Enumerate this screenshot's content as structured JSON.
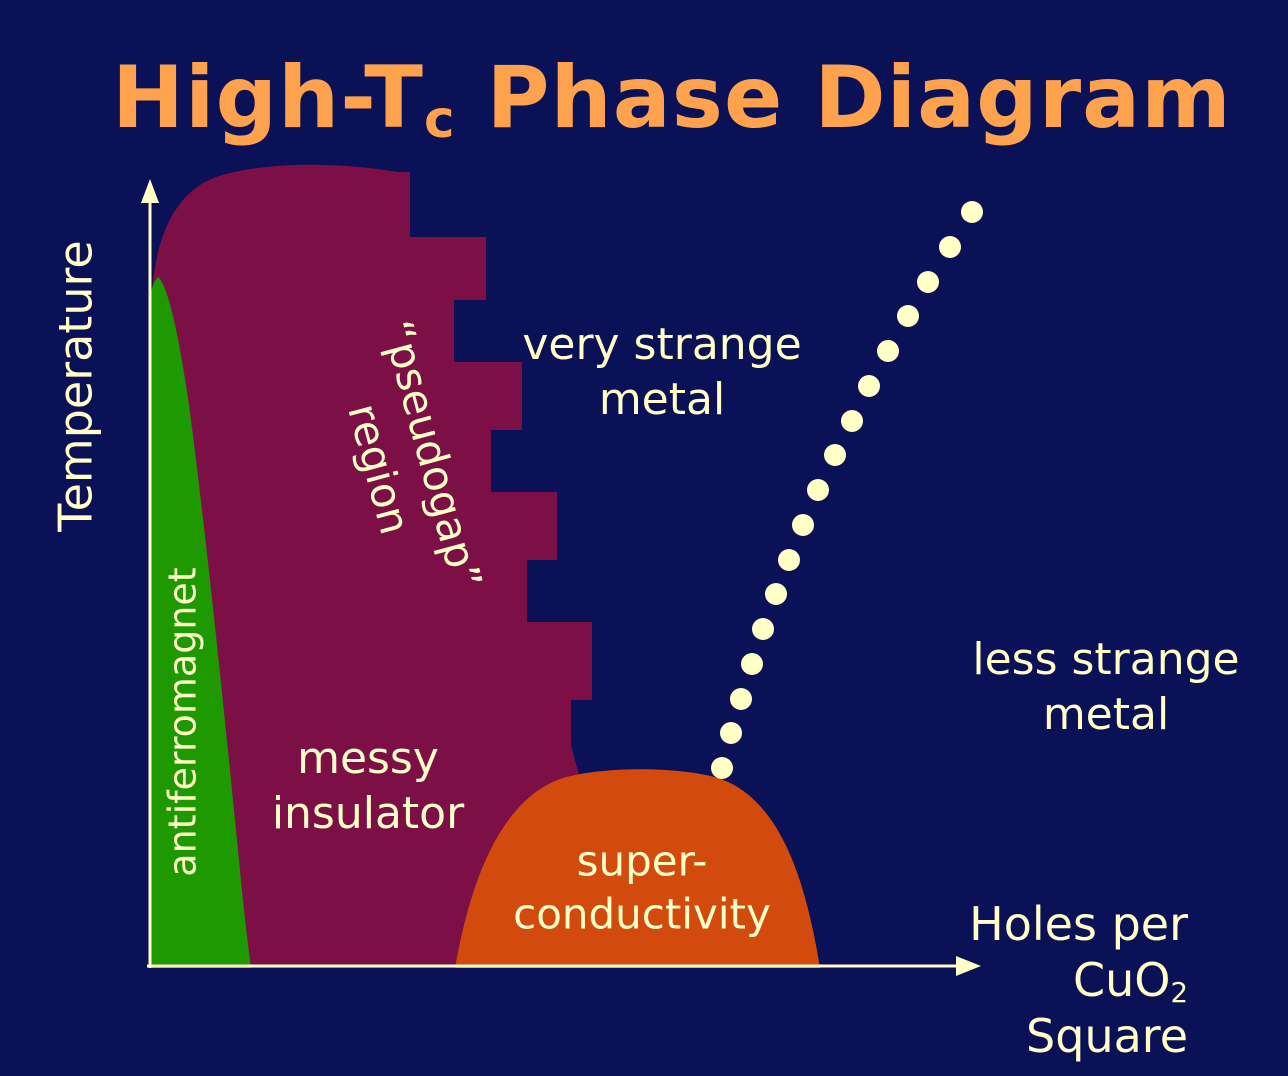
{
  "title": {
    "prefix": "High-T",
    "subscript": "c",
    "suffix": " Phase Diagram"
  },
  "y_axis_label": "Temperature",
  "x_axis_label": {
    "line1": "Holes per",
    "line2_prefix": "CuO",
    "line2_subscript": "2",
    "line3": "Square"
  },
  "regions": {
    "antiferromagnet": {
      "label": "antiferromagnet",
      "color": "#1e9902"
    },
    "pseudogap": {
      "label_line1": "“pseudogap”",
      "label_line2": "region",
      "color": "#7c1046"
    },
    "superconductivity": {
      "label_line1": "super-",
      "label_line2": "conductivity",
      "color": "#d24a0e"
    },
    "very_strange_metal": {
      "label_line1": "very strange",
      "label_line2": "metal"
    },
    "less_strange_metal": {
      "label_line1": "less strange",
      "label_line2": "metal"
    },
    "messy_insulator": {
      "label_line1": "messy",
      "label_line2": "insulator"
    }
  },
  "colors": {
    "background": "#0a1156",
    "title_text": "#ffa24d",
    "label_text": "#ffffc6",
    "axis": "#ffffc6",
    "dotted_line": "#ffffc6"
  }
}
